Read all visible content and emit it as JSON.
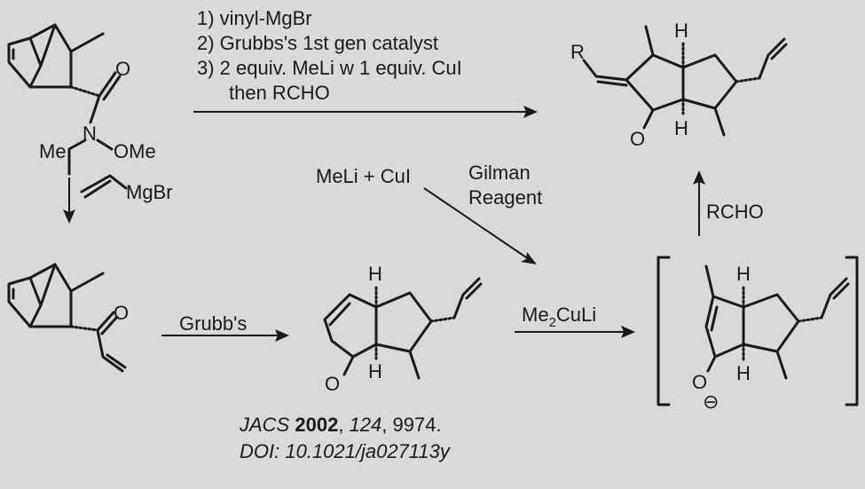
{
  "route_top": {
    "step1": "1) vinyl-MgBr",
    "step2": "2) Grubbs's 1st gen catalyst",
    "step3": "3) 2 equiv. MeLi w 1 equiv. CuI",
    "step3b": "then RCHO"
  },
  "reagents": {
    "vinyl_mgbr": "MgBr",
    "grubbs": "Grubb's",
    "meli_cui": "MeLi + CuI",
    "gilman_1": "Gilman",
    "gilman_2": "Reagent",
    "me2culi_a": "Me",
    "me2culi_sub": "2",
    "me2culi_b": "CuLi",
    "rcho": "RCHO"
  },
  "atoms": {
    "O": "O",
    "N": "N",
    "Me": "Me",
    "OMe": "OMe",
    "H": "H",
    "R": "R",
    "minus": "⊖"
  },
  "citation": {
    "journal": "JACS",
    "year": "2002",
    "volume": "124",
    "pages": ", 9974.",
    "sep": ", ",
    "doi": "DOI: 10.1021/ja027113y"
  }
}
